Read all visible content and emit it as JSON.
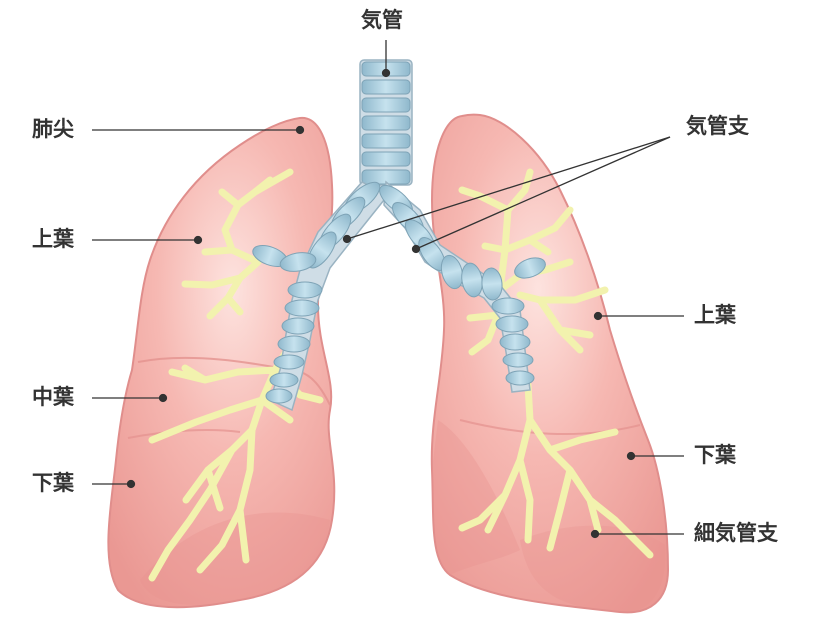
{
  "labels": {
    "trachea": "気管",
    "apex": "肺尖",
    "upper_left": "上葉",
    "middle": "中葉",
    "lower_left": "下葉",
    "bronchus": "気管支",
    "upper_right": "上葉",
    "lower_right": "下葉",
    "bronchiole": "細気管支"
  },
  "colors": {
    "lung_fill": "#f2a7a3",
    "lung_edge": "#e08e8c",
    "bronchial_tree": "#f2f2ae",
    "trachea_rings": "#a9cfe0",
    "leader_lines": "#333333"
  }
}
